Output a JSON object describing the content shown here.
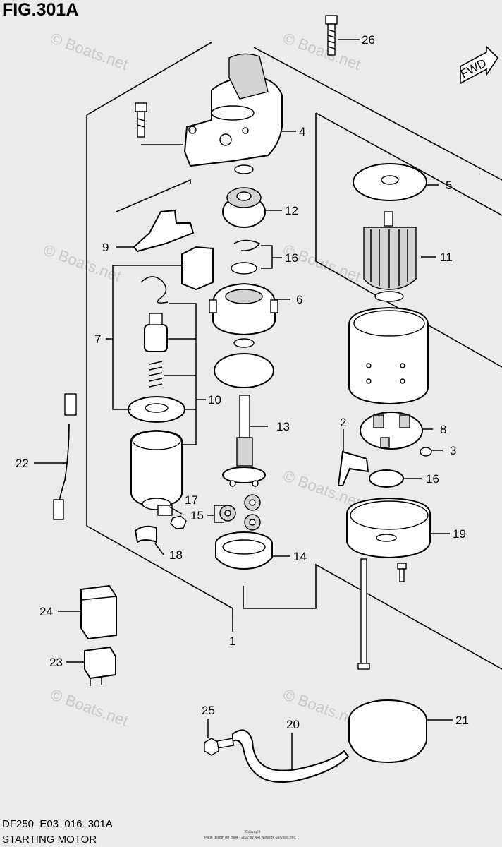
{
  "figure": {
    "title": "FIG.301A",
    "code": "DF250_E03_016_301A",
    "caption": "STARTING MOTOR",
    "fwd_label": "FWD",
    "copyright_top": "Copyright",
    "copyright_line": "Page design (c) 2004 - 2017 by ARI Network Services, Inc.",
    "watermark": "© Boats.net"
  },
  "callouts": {
    "c1": "1",
    "c2": "2",
    "c3": "3",
    "c4": "4",
    "c5": "5",
    "c6": "6",
    "c7": "7",
    "c8": "8",
    "c9": "9",
    "c10": "10",
    "c11": "11",
    "c12": "12",
    "c13": "13",
    "c14": "14",
    "c15": "15",
    "c16a": "16",
    "c16b": "16",
    "c17": "17",
    "c18": "18",
    "c19": "19",
    "c20": "20",
    "c21": "21",
    "c22": "22",
    "c23": "23",
    "c24": "24",
    "c25": "25",
    "c26": "26"
  }
}
